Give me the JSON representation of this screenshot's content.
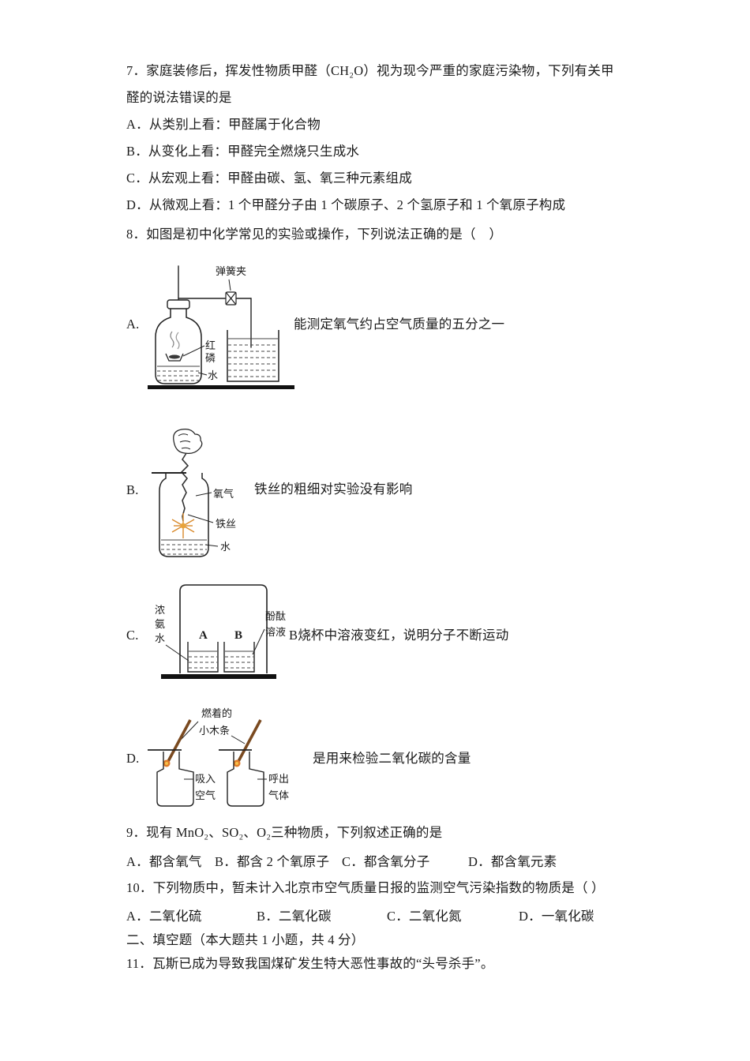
{
  "q7": {
    "line1": "7．家庭装修后，挥发性物质甲醛（CH₂O）视为现今严重的家庭污染物，下列有关甲",
    "line2": "醛的说法错误的是",
    "options": [
      "A．从类别上看：甲醛属于化合物",
      "B．从变化上看：甲醛完全燃烧只生成水",
      "C．从宏观上看：甲醛由碳、氢、氧三种元素组成",
      "D．从微观上看：1 个甲醛分子由 1 个碳原子、2 个氢原子和 1 个氧原子构成"
    ]
  },
  "q8": {
    "stem": "8．如图是初中化学常见的实验或操作，下列说法正确的是（　）",
    "A": {
      "label": "A.",
      "caption": "能测定氧气约占空气质量的五分之一",
      "clamp": "弹簧夹",
      "red": "红",
      "phos": "磷",
      "water": "水"
    },
    "B": {
      "label": "B.",
      "caption": "铁丝的粗细对实验没有影响",
      "oxygen": "氧气",
      "wire": "铁丝",
      "water": "水"
    },
    "C": {
      "label": "C.",
      "caption": "B烧杯中溶液变红，说明分子不断运动",
      "ammonia1": "浓",
      "ammonia2": "氨",
      "ammonia3": "水",
      "beakerA": "A",
      "beakerB": "B",
      "phenol1": "酚酞",
      "phenol2": "溶液"
    },
    "D": {
      "label": "D.",
      "caption": "是用来检验二氧化碳的含量",
      "splint1": "燃着的",
      "splint2": "小木条",
      "inhale1": "吸入",
      "inhale2": "空气",
      "exhale1": "呼出",
      "exhale2": "气体"
    }
  },
  "q9": {
    "stem": "9．现有 MnO₂、SO₂、O₂三种物质，下列叙述正确的是",
    "options": [
      "A．都含氧气",
      "B．都含 2 个氧原子",
      "C．都含氧分子",
      "D．都含氧元素"
    ]
  },
  "q10": {
    "stem": "10．下列物质中，暂未计入北京市空气质量日报的监测空气污染指数的物质是（ ）",
    "options": [
      "A．二氧化硫",
      "B．二氧化碳",
      "C．二氧化氮",
      "D．一氧化碳"
    ]
  },
  "section2": "二、填空题（本大题共 1 小题，共 4 分）",
  "q11": "11．瓦斯已成为导致我国煤矿发生特大恶性事故的“头号杀手”。"
}
